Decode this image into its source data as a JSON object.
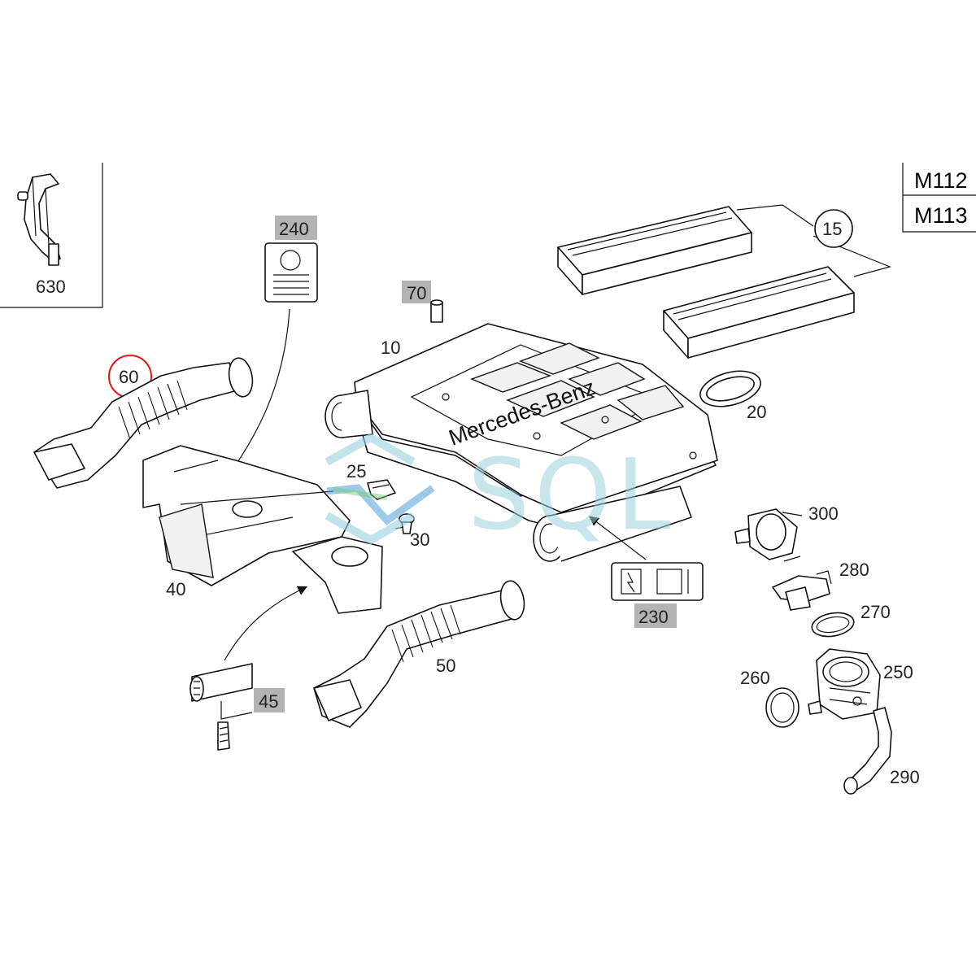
{
  "engine_codes": [
    "M112",
    "M113"
  ],
  "brand_text": "Mercedes-Benz",
  "watermark": "SQL",
  "colors": {
    "line": "#111111",
    "highlight_circle": "#e01818",
    "grey_badge": "#b3b3b3",
    "watermark": "#9ad0dd"
  },
  "labels": {
    "p630": "630",
    "p240": "240",
    "p70": "70",
    "p10": "10",
    "p15": "15",
    "p20": "20",
    "p60": "60",
    "p25": "25",
    "p30": "30",
    "p40": "40",
    "p300": "300",
    "p280": "280",
    "p270": "270",
    "p250": "250",
    "p260": "260",
    "p230": "230",
    "p50": "50",
    "p45": "45",
    "p290": "290"
  }
}
